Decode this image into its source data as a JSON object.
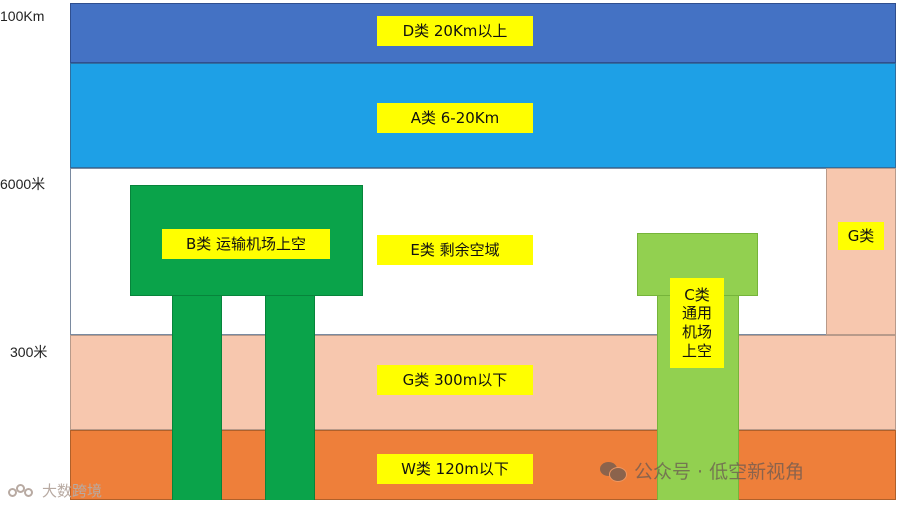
{
  "altitudes": {
    "top": "100Km",
    "middle": "6000米",
    "low": "300米"
  },
  "airspace": {
    "d_label": "D类 20Km以上",
    "a_label": "A类 6-20Km",
    "e_label": "E类 剩余空域",
    "g_label": "G类 300m以下",
    "w_label": "W类 120m以下",
    "g_right_label": "G类",
    "b_label": "B类 运输机场上空",
    "c_label_lines": [
      "C类",
      "通用",
      "机场",
      "上空"
    ]
  },
  "watermark": {
    "icon": "wechat-icon",
    "text": "公众号 · 低空新视角"
  },
  "corner_mark": {
    "icon": "brand-logo-icon",
    "text": "大数跨境"
  },
  "colors": {
    "band_d": "#4472c4",
    "band_a": "#1ea0e6",
    "band_e": "#ffffff",
    "band_g": "#f7c7ae",
    "band_w": "#ee7f3a",
    "class_b": "#0aa34a",
    "class_c": "#92d050",
    "label_bg": "#ffff00"
  }
}
